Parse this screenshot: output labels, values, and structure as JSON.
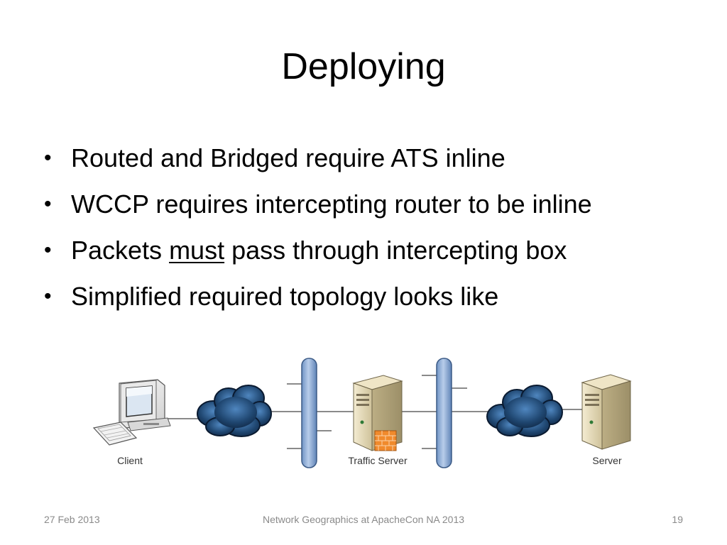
{
  "slide": {
    "title": "Deploying",
    "bullets": [
      {
        "text": "Routed and Bridged require ATS inline"
      },
      {
        "text": "WCCP requires intercepting router to be inline"
      },
      {
        "pre": "Packets ",
        "emph": "must",
        "post": " pass through intercepting box"
      },
      {
        "text": "Simplified required topology looks like"
      }
    ],
    "bullet_glyph": "•"
  },
  "diagram": {
    "labels": {
      "client": "Client",
      "traffic_server": "Traffic Server",
      "server": "Server"
    },
    "icons": [
      "computer-icon",
      "cloud-icon",
      "network-bus-icon",
      "server-icon",
      "firewall-icon"
    ],
    "colors": {
      "cloud": "#2a4f7a",
      "bus": "#8fb0d8",
      "server": "#e8dcb8"
    }
  },
  "footer": {
    "date": "27 Feb 2013",
    "center": "Network Geographics at ApacheCon NA 2013",
    "page": "19"
  }
}
